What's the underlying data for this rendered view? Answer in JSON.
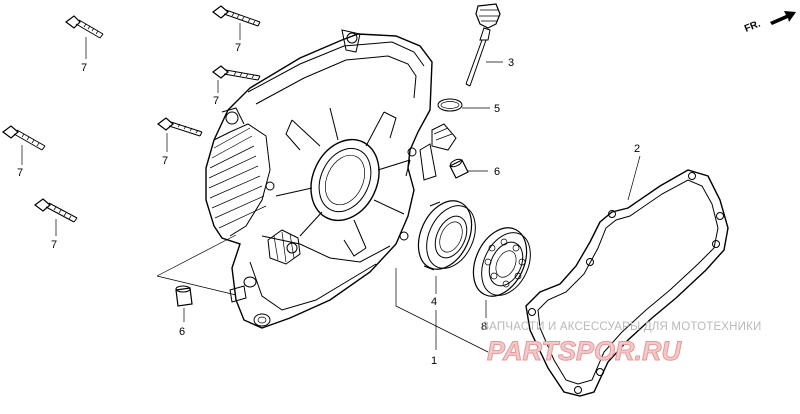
{
  "direction_label": "FR.",
  "callouts": {
    "bolt_1": "7",
    "bolt_2": "7",
    "bolt_3": "7",
    "bolt_4": "7",
    "bolt_5": "7",
    "bolt_6": "7",
    "dipstick": "3",
    "oring": "5",
    "dowel_right": "6",
    "dowel_left": "6",
    "gasket": "2",
    "bearing_large": "4",
    "bearing_small": "8",
    "cover_assy": "1"
  },
  "watermark": {
    "caption": "ЗАПЧАСТИ И АКСЕССУАРЫ ДЛЯ МОТОТЕХНИКИ",
    "logo": "PARTSPOR.RU"
  }
}
